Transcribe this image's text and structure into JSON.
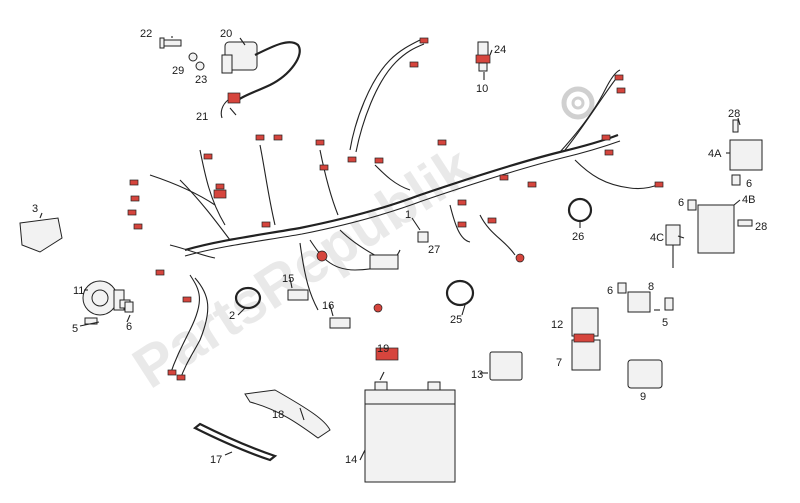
{
  "watermark": "PartsRepublik",
  "labels": {
    "l1": "1",
    "l2": "2",
    "l3": "3",
    "l4A": "4A",
    "l4B": "4B",
    "l4C": "4C",
    "l5a": "5",
    "l5b": "5",
    "l6a": "6",
    "l6b": "6",
    "l6c": "6",
    "l6d": "6",
    "l7": "7",
    "l8": "8",
    "l9": "9",
    "l10": "10",
    "l11": "11",
    "l12": "12",
    "l13": "13",
    "l14": "14",
    "l15": "15",
    "l16": "16",
    "l17": "17",
    "l18": "18",
    "l19": "19",
    "l20": "20",
    "l21": "21",
    "l22": "22",
    "l23": "23",
    "l24": "24",
    "l25": "25",
    "l26": "26",
    "l27": "27",
    "l28a": "28",
    "l28b": "28",
    "l29": "29"
  },
  "colors": {
    "connector_red": "#d6453d",
    "line": "#222222",
    "watermark": "#d8d8d8"
  }
}
